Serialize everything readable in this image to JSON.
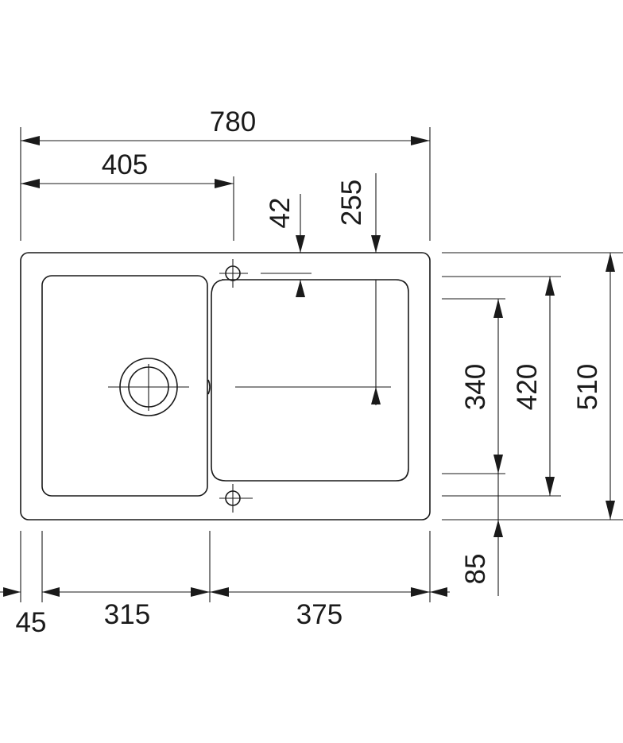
{
  "dimensions": {
    "overall_width": "780",
    "bowl_side_width": "405",
    "top_to_bowl": "42",
    "tap_hole_offset": "255",
    "bowl_depth": "340",
    "inner_depth": "420",
    "overall_depth": "510",
    "front_edge": "85",
    "side_margin": "45",
    "drainer_width": "315",
    "bowl_width": "375"
  }
}
